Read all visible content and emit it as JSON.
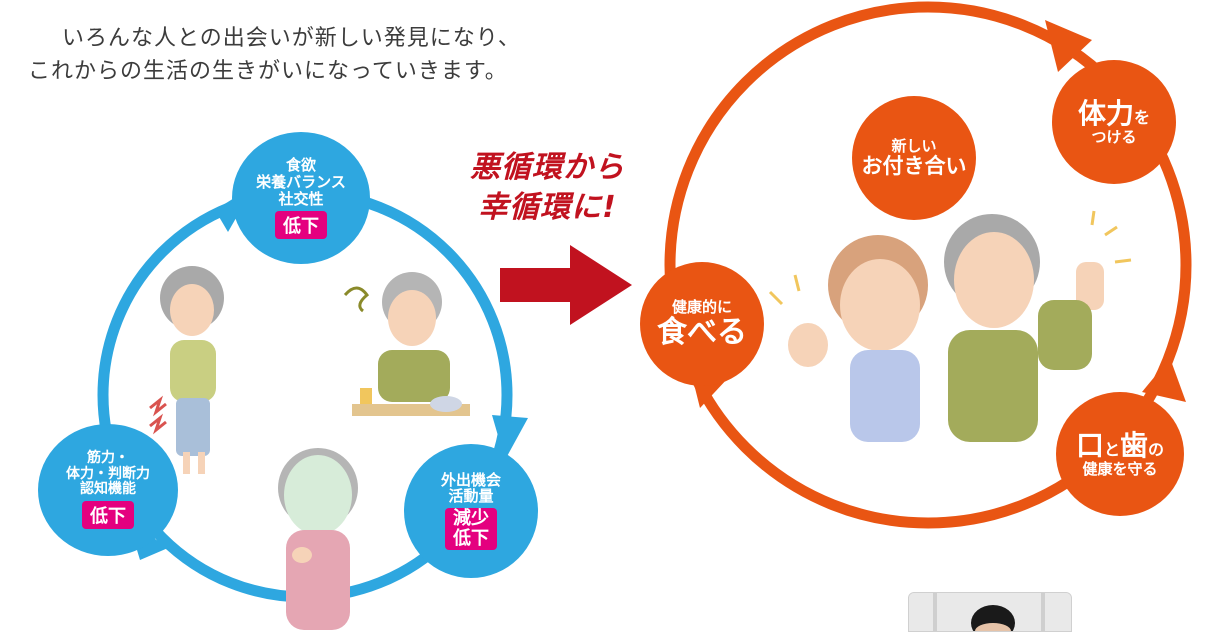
{
  "intro": {
    "line1": "いろんな人との出会いが新しい発見になり、",
    "line2": "これからの生活の生きがいになっていきます。"
  },
  "vicious_cycle": {
    "color": "#2ea7e0",
    "badge_color": "#e4007f",
    "node_top": {
      "lines": [
        "食欲",
        "栄養バランス",
        "社交性"
      ],
      "badge": "低下"
    },
    "node_right": {
      "lines": [
        "外出機会",
        "活動量"
      ],
      "badge_lines": [
        "減少",
        "低下"
      ]
    },
    "node_left": {
      "lines": [
        "筋力・",
        "体力・判断力",
        "認知機能"
      ],
      "badge": "低下"
    }
  },
  "transition": {
    "line1": "悪循環から",
    "line2": "幸循環に!",
    "color": "#c1121f"
  },
  "virtuous_cycle": {
    "color": "#e95513",
    "node_left": {
      "small": "健康的に",
      "big": "食べる"
    },
    "node_top": {
      "small": "新しい",
      "big": "お付き合い"
    },
    "node_top_right": {
      "big": "体力",
      "suffix": "を",
      "small": "つける"
    },
    "node_bottom_right": {
      "big1": "口",
      "mid": "と",
      "big2": "歯",
      "suffix": "の",
      "small": "健康を守る"
    }
  }
}
